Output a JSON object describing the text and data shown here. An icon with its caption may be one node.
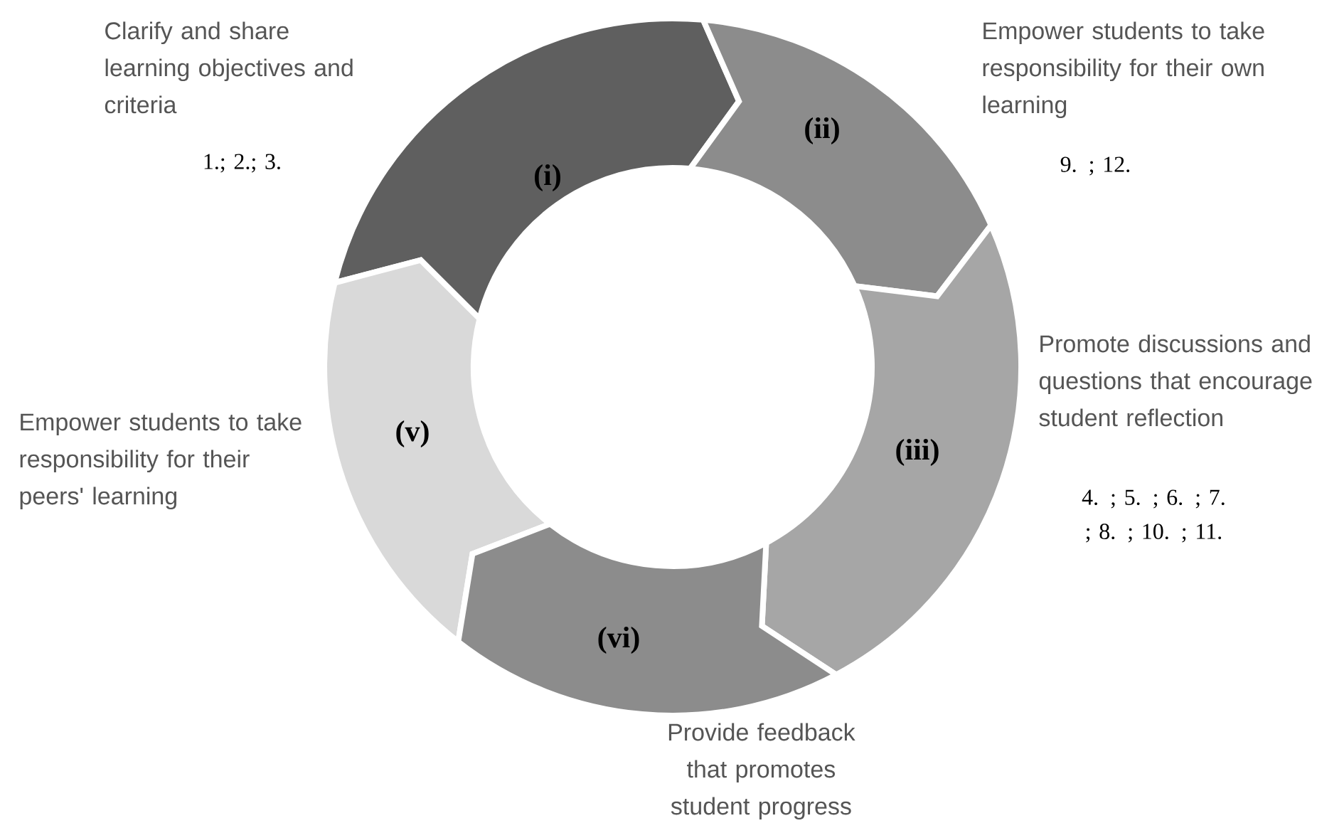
{
  "diagram": {
    "nodes": [
      {
        "text": [
          "(i)"
        ],
        "beside": [
          "Clarify and share learning objectives and criteria",
          "1.; 2.; 3."
        ]
      },
      {
        "text": [
          "(ii)"
        ],
        "beside": [
          "Empower students to take responsibility for their own learning",
          "9. ; 12."
        ]
      },
      {
        "text": [
          "(iii)"
        ],
        "beside": [
          "Promote discussions and questions that encourage student reflection",
          "4. ; 5. ; 6. ; 7. ; 8. ; 10. ; 11."
        ]
      },
      {
        "text": [
          "(v)"
        ],
        "beside": [
          "Empower students to take responsibility for their peers' learning"
        ]
      },
      {
        "text": [
          "(vi)"
        ],
        "beside": [
          "Provide feedback that promotes student progress"
        ]
      }
    ]
  }
}
